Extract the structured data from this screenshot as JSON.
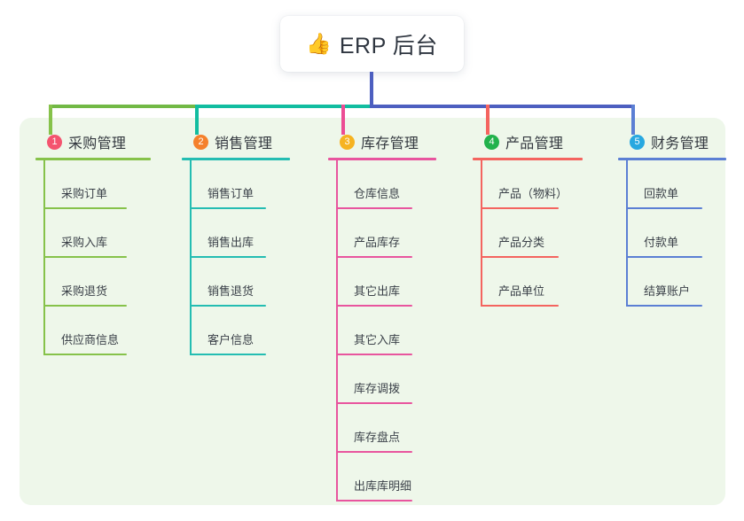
{
  "root": {
    "icon": "thumbs-up-icon",
    "icon_glyph": "👍",
    "title": "ERP 后台"
  },
  "theme": {
    "page_background": "#ffffff",
    "panel_background": "#eef7ea",
    "stem_color": "#4d5fc0",
    "text_color": "#33383f",
    "item_text_color": "#3b4149"
  },
  "connector": {
    "segments": [
      {
        "name": "bar-segment-green",
        "color": "#72b945"
      },
      {
        "name": "bar-segment-teal",
        "color": "#12bda0"
      },
      {
        "name": "bar-segment-blue",
        "color": "#4d5fc0"
      }
    ],
    "stem_color": "#4d5fc0"
  },
  "columns": [
    {
      "index": "1",
      "title": "采购管理",
      "badge_color": "#f4546f",
      "line_color": "#86c24a",
      "drop_color": "#86c24a",
      "items": [
        "采购订单",
        "采购入库",
        "采购退货",
        "供应商信息"
      ]
    },
    {
      "index": "2",
      "title": "销售管理",
      "badge_color": "#f5812c",
      "line_color": "#24bdb2",
      "drop_color": "#12bda0",
      "items": [
        "销售订单",
        "销售出库",
        "销售退货",
        "客户信息"
      ]
    },
    {
      "index": "3",
      "title": "库存管理",
      "badge_color": "#f6b321",
      "line_color": "#e8559e",
      "drop_color": "#ec4d94",
      "items": [
        "仓库信息",
        "产品库存",
        "其它出库",
        "其它入库",
        "库存调拨",
        "库存盘点",
        "出库库明细"
      ]
    },
    {
      "index": "4",
      "title": "产品管理",
      "badge_color": "#22b24c",
      "line_color": "#f4645f",
      "drop_color": "#f4645f",
      "items": [
        "产品（物料）",
        "产品分类",
        "产品单位"
      ]
    },
    {
      "index": "5",
      "title": "财务管理",
      "badge_color": "#28a8e0",
      "line_color": "#5b7fd4",
      "drop_color": "#5b7fd4",
      "items": [
        "回款单",
        "付款单",
        "结算账户"
      ]
    }
  ]
}
